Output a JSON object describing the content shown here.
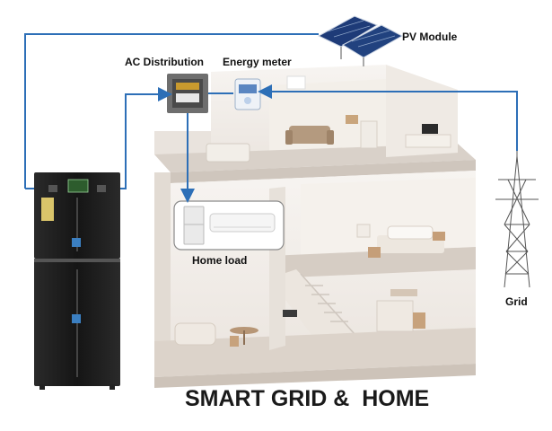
{
  "labels": {
    "pv_module": "PV Module",
    "ac_distribution": "AC Distribution",
    "energy_meter": "Energy meter",
    "home_load": "Home load",
    "grid": "Grid"
  },
  "title": "SMART GRID &  HOME",
  "colors": {
    "flow_line": "#2d6fb7",
    "battery_body": "#1c1c1c",
    "wall": "#f4f1ee",
    "floor": "#d8cfc6"
  }
}
